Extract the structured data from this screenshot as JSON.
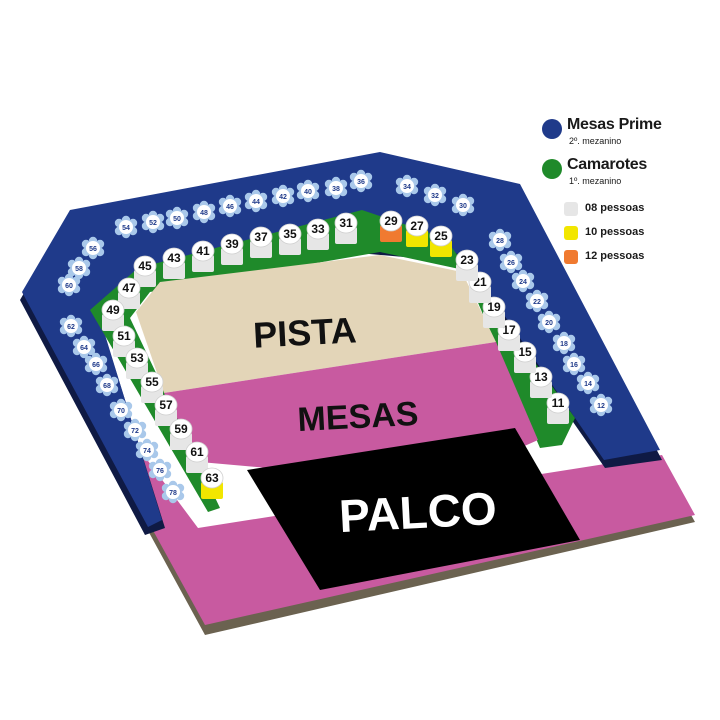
{
  "colors": {
    "prime_blue": "#1f3a8a",
    "camarote_green": "#1f8a2a",
    "pista": "#e3d5b8",
    "mesas": "#c85aa0",
    "palco": "#000000",
    "seat_8": "#e6e6e6",
    "seat_10": "#f2e600",
    "seat_12": "#f07a30",
    "table_icon": "#a9c8ea"
  },
  "zones": {
    "pista": "PISTA",
    "mesas": "MESAS",
    "palco": "PALCO"
  },
  "legend": {
    "prime_title": "Mesas Prime",
    "prime_sub": "2º. mezanino",
    "camarotes_title": "Camarotes",
    "camarotes_sub": "1º. mezanino",
    "cap_8": "08 pessoas",
    "cap_10": "10 pessoas",
    "cap_12": "12 pessoas"
  },
  "camarotes": [
    {
      "num": "11",
      "cap": "8"
    },
    {
      "num": "13",
      "cap": "8"
    },
    {
      "num": "15",
      "cap": "8"
    },
    {
      "num": "17",
      "cap": "8"
    },
    {
      "num": "19",
      "cap": "8"
    },
    {
      "num": "21",
      "cap": "8"
    },
    {
      "num": "23",
      "cap": "8"
    },
    {
      "num": "25",
      "cap": "10"
    },
    {
      "num": "27",
      "cap": "10"
    },
    {
      "num": "29",
      "cap": "12"
    },
    {
      "num": "31",
      "cap": "8"
    },
    {
      "num": "33",
      "cap": "8"
    },
    {
      "num": "35",
      "cap": "8"
    },
    {
      "num": "37",
      "cap": "8"
    },
    {
      "num": "39",
      "cap": "8"
    },
    {
      "num": "41",
      "cap": "8"
    },
    {
      "num": "43",
      "cap": "8"
    },
    {
      "num": "45",
      "cap": "8"
    },
    {
      "num": "47",
      "cap": "8"
    },
    {
      "num": "49",
      "cap": "8"
    },
    {
      "num": "51",
      "cap": "8"
    },
    {
      "num": "53",
      "cap": "8"
    },
    {
      "num": "55",
      "cap": "8"
    },
    {
      "num": "57",
      "cap": "8"
    },
    {
      "num": "59",
      "cap": "8"
    },
    {
      "num": "61",
      "cap": "8"
    },
    {
      "num": "63",
      "cap": "10"
    }
  ],
  "mesas_prime": [
    "12",
    "14",
    "16",
    "18",
    "20",
    "22",
    "24",
    "26",
    "28",
    "30",
    "32",
    "34",
    "36",
    "38",
    "40",
    "42",
    "44",
    "46",
    "48",
    "50",
    "52",
    "54",
    "56",
    "58",
    "60",
    "62",
    "64",
    "66",
    "68",
    "70",
    "72",
    "74",
    "76",
    "78"
  ]
}
